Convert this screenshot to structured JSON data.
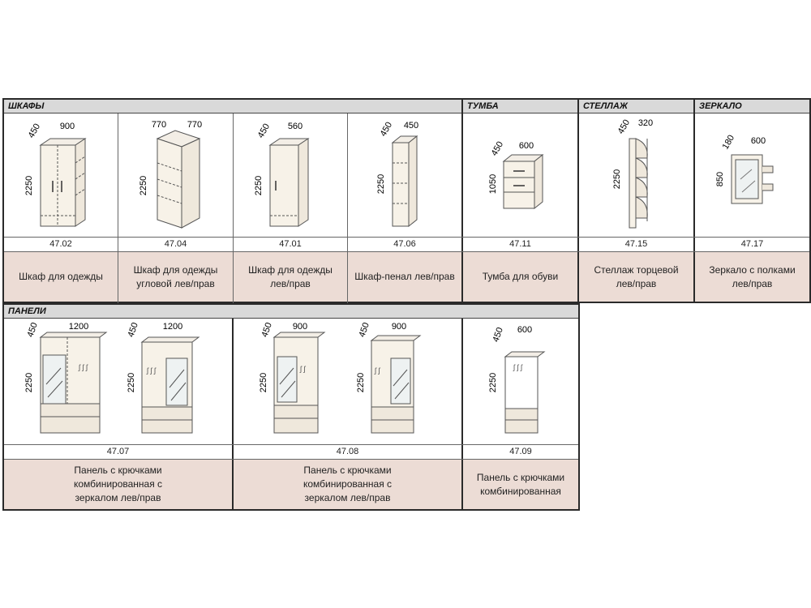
{
  "sections": {
    "wardrobes": "ШКАФЫ",
    "cabinet": "ТУМБА",
    "shelf": "СТЕЛЛАЖ",
    "mirror": "ЗЕРКАЛО",
    "panels": "ПАНЕЛИ"
  },
  "items": [
    {
      "code": "47.02",
      "desc": "Шкаф для одежды",
      "dims": [
        "450",
        "900",
        "2250"
      ]
    },
    {
      "code": "47.04",
      "desc": "Шкаф для одежды угловой лев/прав",
      "dims": [
        "770",
        "770",
        "2250"
      ]
    },
    {
      "code": "47.01",
      "desc": "Шкаф для одежды лев/прав",
      "dims": [
        "450",
        "560",
        "2250"
      ]
    },
    {
      "code": "47.06",
      "desc": "Шкаф-пенал лев/прав",
      "dims": [
        "450",
        "450",
        "2250"
      ]
    },
    {
      "code": "47.11",
      "desc": "Тумба для обуви",
      "dims": [
        "450",
        "600",
        "1050"
      ]
    },
    {
      "code": "47.15",
      "desc": "Стеллаж торцевой лев/прав",
      "dims": [
        "450",
        "320",
        "2250"
      ]
    },
    {
      "code": "47.17",
      "desc": "Зеркало с полками лев/прав",
      "dims": [
        "180",
        "600",
        "850"
      ]
    }
  ],
  "panels": [
    {
      "code": "47.07",
      "desc": "Панель с крючками комбинированная с зеркалом лев/прав",
      "dims": [
        "450",
        "1200",
        "2250"
      ]
    },
    {
      "code": "47.08",
      "desc": "Панель с крючками комбинированная с зеркалом лев/прав",
      "dims": [
        "450",
        "900",
        "2250"
      ]
    },
    {
      "code": "47.09",
      "desc": "Панель с крючками комбинированная",
      "dims": [
        "450",
        "600",
        "2250"
      ]
    }
  ]
}
